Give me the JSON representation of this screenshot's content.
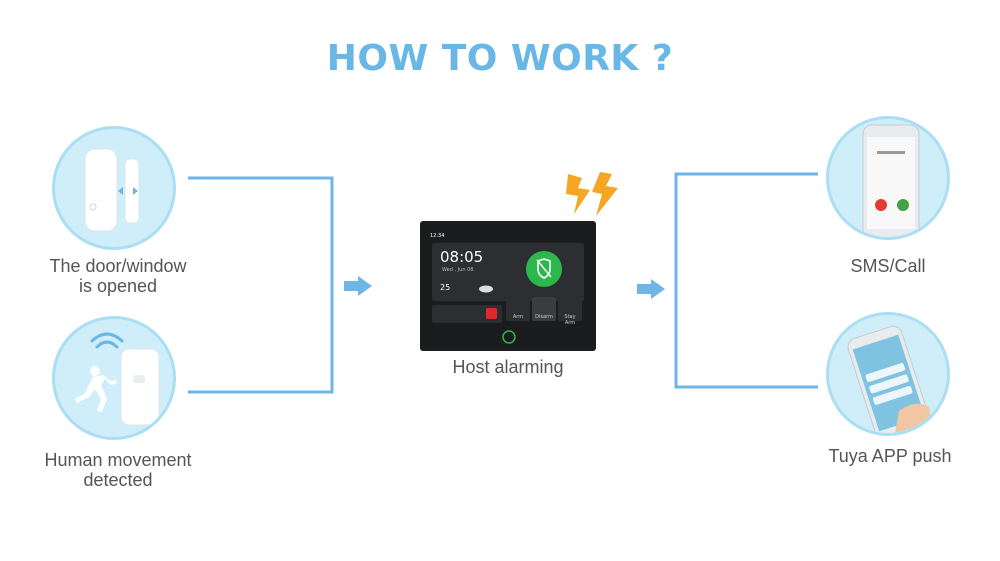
{
  "title": "HOW TO WORK ?",
  "colors": {
    "accent": "#69b7e6",
    "line": "#6db6e6",
    "bolt": "#f5a623",
    "screen": "#1b1c1e",
    "alarm_green": "#2db84d"
  },
  "inputs": [
    {
      "label_line1": "The door/window",
      "label_line2": "is opened",
      "icon": "door-sensor-icon"
    },
    {
      "label_line1": "Human movement",
      "label_line2": "detected",
      "icon": "motion-sensor-icon"
    }
  ],
  "host": {
    "label": "Host alarming",
    "screen": {
      "clock": "08:05",
      "date": "Wed , Jun 08",
      "temp": "25",
      "status_bar_time": "12:34",
      "arm_label": "Arm",
      "disarm_label": "Disarm",
      "stay_label": "Stay Arm"
    }
  },
  "outputs": [
    {
      "label": "SMS/Call",
      "icon": "phone-call-icon"
    },
    {
      "label": "Tuya APP push",
      "icon": "phone-notification-icon"
    }
  ]
}
